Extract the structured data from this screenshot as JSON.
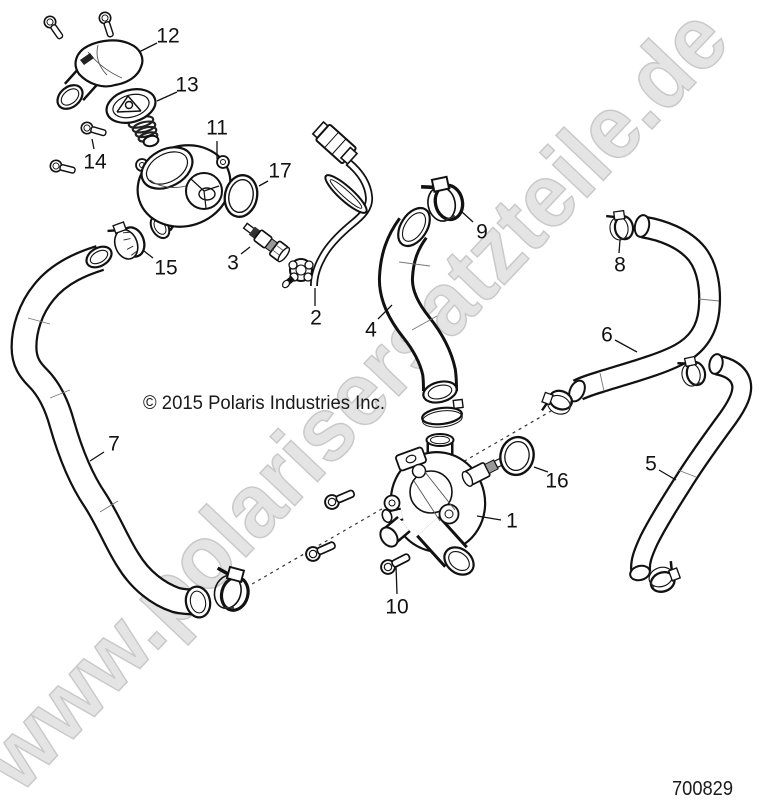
{
  "diagram": {
    "copyright": "© 2015 Polaris Industries Inc.",
    "figure_number": "700829",
    "watermark": "www.polarisersatzteile.de",
    "callouts": [
      {
        "ref": "1"
      },
      {
        "ref": "2"
      },
      {
        "ref": "3"
      },
      {
        "ref": "4"
      },
      {
        "ref": "5"
      },
      {
        "ref": "6"
      },
      {
        "ref": "7"
      },
      {
        "ref": "8"
      },
      {
        "ref": "9"
      },
      {
        "ref": "10"
      },
      {
        "ref": "11"
      },
      {
        "ref": "12"
      },
      {
        "ref": "13"
      },
      {
        "ref": "14"
      },
      {
        "ref": "15"
      },
      {
        "ref": "16"
      },
      {
        "ref": "17"
      }
    ]
  }
}
